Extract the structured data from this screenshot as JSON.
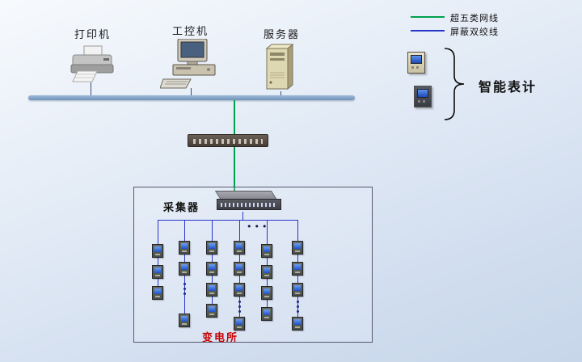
{
  "top_devices": [
    {
      "id": "printer",
      "label": "打印机",
      "icon": "printer-icon"
    },
    {
      "id": "industrial-pc",
      "label": "工控机",
      "icon": "industrial-pc-icon"
    },
    {
      "id": "server",
      "label": "服务器",
      "icon": "server-icon"
    }
  ],
  "legend": {
    "items": [
      {
        "label": "超五类网线",
        "line_color": "#00a14e",
        "type": "cat5e-network-cable"
      },
      {
        "label": "屏蔽双绞线",
        "line_color": "#2736c9",
        "type": "shielded-twisted-pair"
      }
    ]
  },
  "smart_meters": {
    "label": "智能表计"
  },
  "collector": {
    "label": "采集器"
  },
  "substation": {
    "label": "变电所",
    "more_columns_dots": "•••",
    "columns": [
      {
        "items": [
          "meter",
          "meter",
          "meter"
        ]
      },
      {
        "items": [
          "meter",
          "meter",
          "dots",
          "meter"
        ]
      },
      {
        "items": [
          "meter",
          "meter",
          "meter",
          "meter"
        ]
      },
      {
        "items": [
          "meter",
          "meter",
          "meter",
          "dots",
          "meter"
        ]
      },
      {
        "items": [
          "meter",
          "meter",
          "meter",
          "meter"
        ]
      },
      {
        "items": [
          "meter",
          "meter",
          "meter",
          "dots",
          "meter"
        ]
      }
    ]
  },
  "colors": {
    "cat5e_green": "#00a14e",
    "stp_blue": "#2736c9",
    "bus_gray_blue": "#7da2c4",
    "substation_red": "#c80000"
  }
}
